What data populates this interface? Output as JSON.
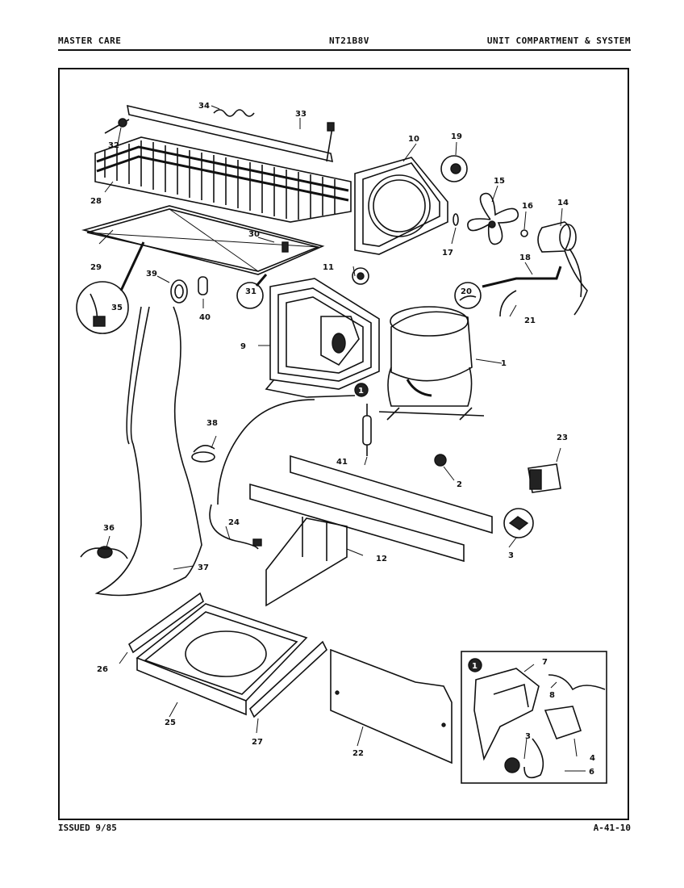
{
  "header": {
    "brand": "MASTER CARE",
    "model": "NT21B8V",
    "section": "UNIT COMPARTMENT & SYSTEM"
  },
  "footer": {
    "issued": "ISSUED 9/85",
    "page_code": "A-41-10"
  },
  "callouts": {
    "c1": "1",
    "c2": "2",
    "c3": "3",
    "c3b": "3",
    "c4": "4",
    "c6": "6",
    "c7": "7",
    "c8": "8",
    "c9": "9",
    "c10": "10",
    "c11": "11",
    "c12": "12",
    "c14": "14",
    "c15": "15",
    "c16": "16",
    "c17": "17",
    "c18": "18",
    "c19": "19",
    "c20": "20",
    "c21": "21",
    "c22": "22",
    "c23": "23",
    "c24": "24",
    "c25": "25",
    "c26": "26",
    "c27": "27",
    "c28": "28",
    "c29": "29",
    "c30": "30",
    "c31": "31",
    "c32": "32",
    "c33": "33",
    "c34": "34",
    "c35": "35",
    "c36": "36",
    "c37": "37",
    "c38": "38",
    "c39": "39",
    "c40": "40",
    "c41": "41"
  },
  "markers": {
    "detail_marker": "1",
    "inset_marker": "1"
  }
}
